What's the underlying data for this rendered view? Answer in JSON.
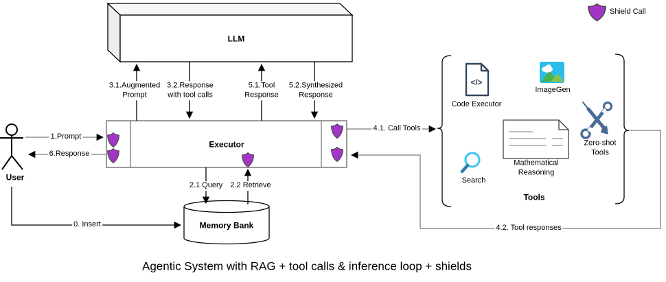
{
  "title": "Agentic System with RAG + tool calls & inference loop + shields",
  "legend": {
    "label": "Shield Call",
    "icon": "shield-icon"
  },
  "colors": {
    "shield": "#A335C6",
    "edge_gray": "#7d7d7d",
    "executor_border": "#808080",
    "code_icon": "#33475B",
    "imagegen_bg": "#2BBCE8",
    "imagegen_mountain_dark": "#4CAF50",
    "imagegen_mountain_light": "#8BC34A",
    "search_glass": "#45C8F1",
    "search_handle": "#2E7FA8",
    "tools_icon": "#4A6C94"
  },
  "nodes": {
    "user": {
      "label": "User",
      "icon": "stick-figure"
    },
    "llm": {
      "label": "LLM",
      "shape": "3d-box"
    },
    "executor": {
      "label": "Executor",
      "shape": "rect-with-shield-gutters"
    },
    "memory": {
      "label": "Memory Bank",
      "shape": "cylinder"
    },
    "tools_group": {
      "label": "Tools"
    }
  },
  "tools": {
    "code_executor": {
      "label": "Code Executor",
      "icon": "code-file-icon"
    },
    "imagegen": {
      "label": "ImageGen",
      "icon": "image-icon"
    },
    "search": {
      "label": "Search",
      "icon": "magnifier-icon"
    },
    "math": {
      "label": "Mathematical Reasoning",
      "icon": "formula-page-icon"
    },
    "zero_shot": {
      "label": "Zero-shot Tools",
      "icon": "crossed-tools-icon"
    }
  },
  "edges": {
    "insert": "0. Insert",
    "prompt": "1.Prompt",
    "query": "2.1 Query",
    "retrieve": "2.2 Retrieve",
    "augmented_prompt": "3.1.Augmented Prompt",
    "response_tool_calls": "3.2.Response with tool calls",
    "call_tools": "4.1. Call Tools",
    "tool_responses": "4.2. Tool responses",
    "tool_response": "5.1.Tool Response",
    "synthesized_response": "5.2.Synthesized Response",
    "user_response": "6.Response"
  }
}
